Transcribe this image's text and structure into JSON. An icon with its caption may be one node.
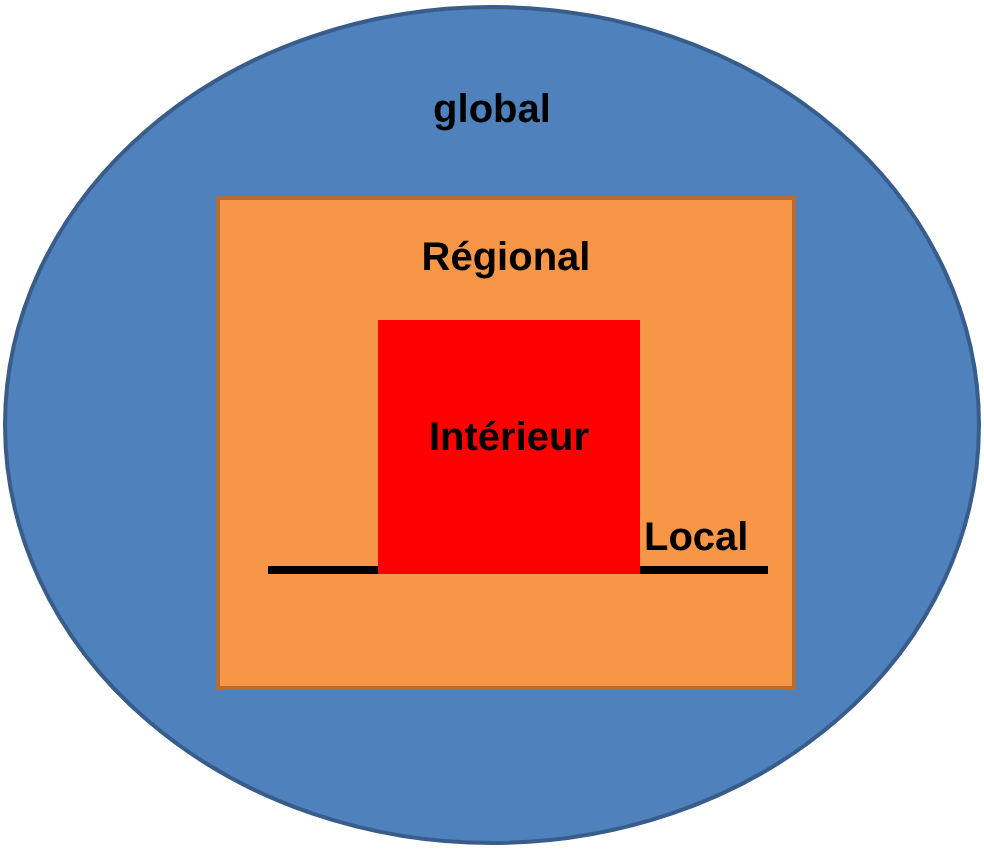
{
  "diagram": {
    "nodes": [
      {
        "text": [
          "global"
        ]
      },
      {
        "text": [
          "Régional"
        ],
        "in": 0
      },
      {
        "text": [
          "Local"
        ],
        "in": 1
      },
      {
        "text": [
          "Intérieur"
        ],
        "in": 1
      }
    ]
  }
}
